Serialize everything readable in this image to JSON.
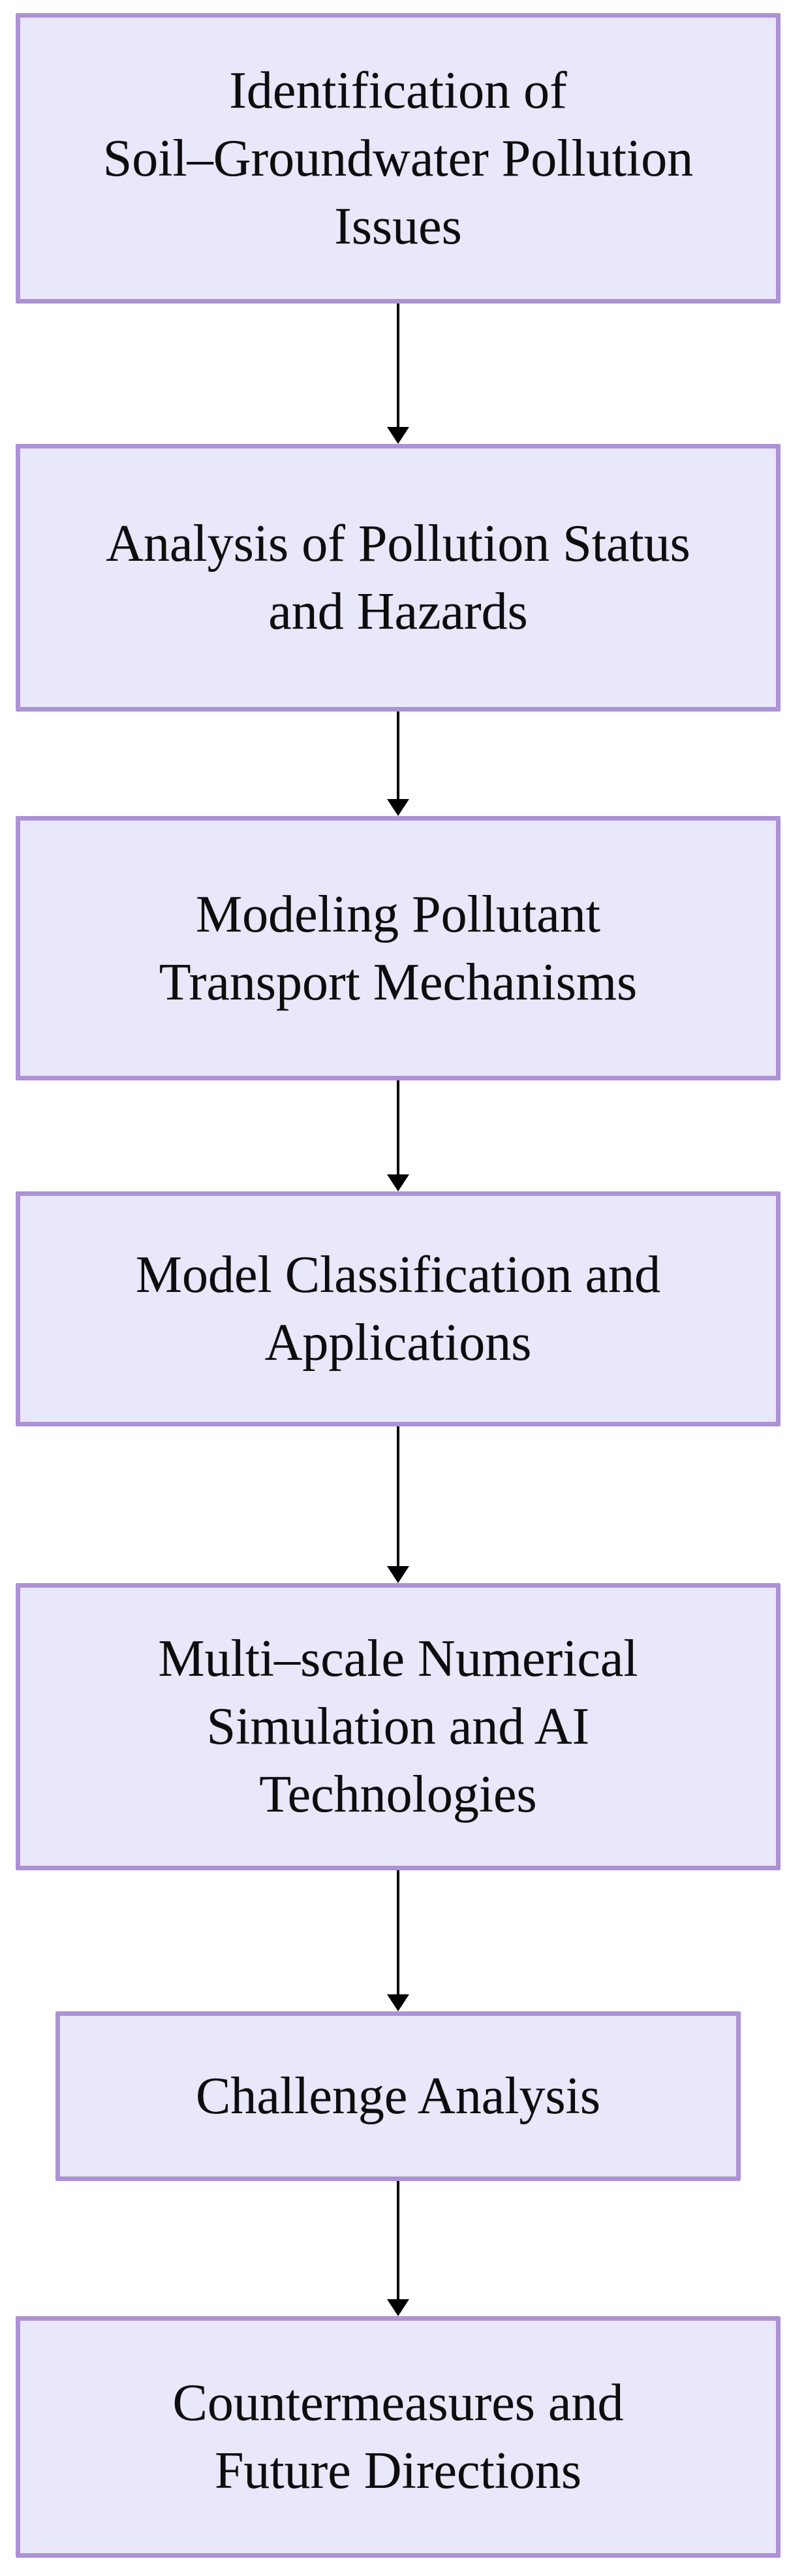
{
  "diagram": {
    "type": "flowchart",
    "direction": "top-to-bottom",
    "colors": {
      "node_fill": "#e9e7fa",
      "node_border": "#ad92d5",
      "arrow": "#000000",
      "text": "#0d0d0d",
      "background": "#ffffff"
    },
    "nodes": [
      {
        "id": "identification",
        "label": "Identification of Soil–Groundwater Pollution Issues",
        "lines": [
          "Identification of",
          "Soil–Groundwater Pollution",
          "Issues"
        ]
      },
      {
        "id": "pollution-analysis",
        "label": "Analysis of Pollution Status and Hazards",
        "lines": [
          "Analysis of Pollution Status",
          "and Hazards"
        ]
      },
      {
        "id": "transport-modeling",
        "label": "Modeling Pollutant Transport Mechanisms",
        "lines": [
          "Modeling Pollutant",
          "Transport Mechanisms"
        ]
      },
      {
        "id": "model-classification",
        "label": "Model Classification and Applications",
        "lines": [
          "Model Classification and",
          "Applications"
        ]
      },
      {
        "id": "simulation-ai",
        "label": "Multi–scale Numerical Simulation and AI Technologies",
        "lines": [
          "Multi–scale Numerical",
          "Simulation and AI",
          "Technologies"
        ]
      },
      {
        "id": "challenge-analysis",
        "label": "Challenge Analysis",
        "lines": [
          "Challenge Analysis"
        ]
      },
      {
        "id": "countermeasures",
        "label": "Countermeasures and Future Directions",
        "lines": [
          "Countermeasures and",
          "Future Directions"
        ]
      }
    ],
    "edges": [
      {
        "from": "identification",
        "to": "pollution-analysis"
      },
      {
        "from": "pollution-analysis",
        "to": "transport-modeling"
      },
      {
        "from": "transport-modeling",
        "to": "model-classification"
      },
      {
        "from": "model-classification",
        "to": "simulation-ai"
      },
      {
        "from": "simulation-ai",
        "to": "challenge-analysis"
      },
      {
        "from": "challenge-analysis",
        "to": "countermeasures"
      }
    ]
  }
}
